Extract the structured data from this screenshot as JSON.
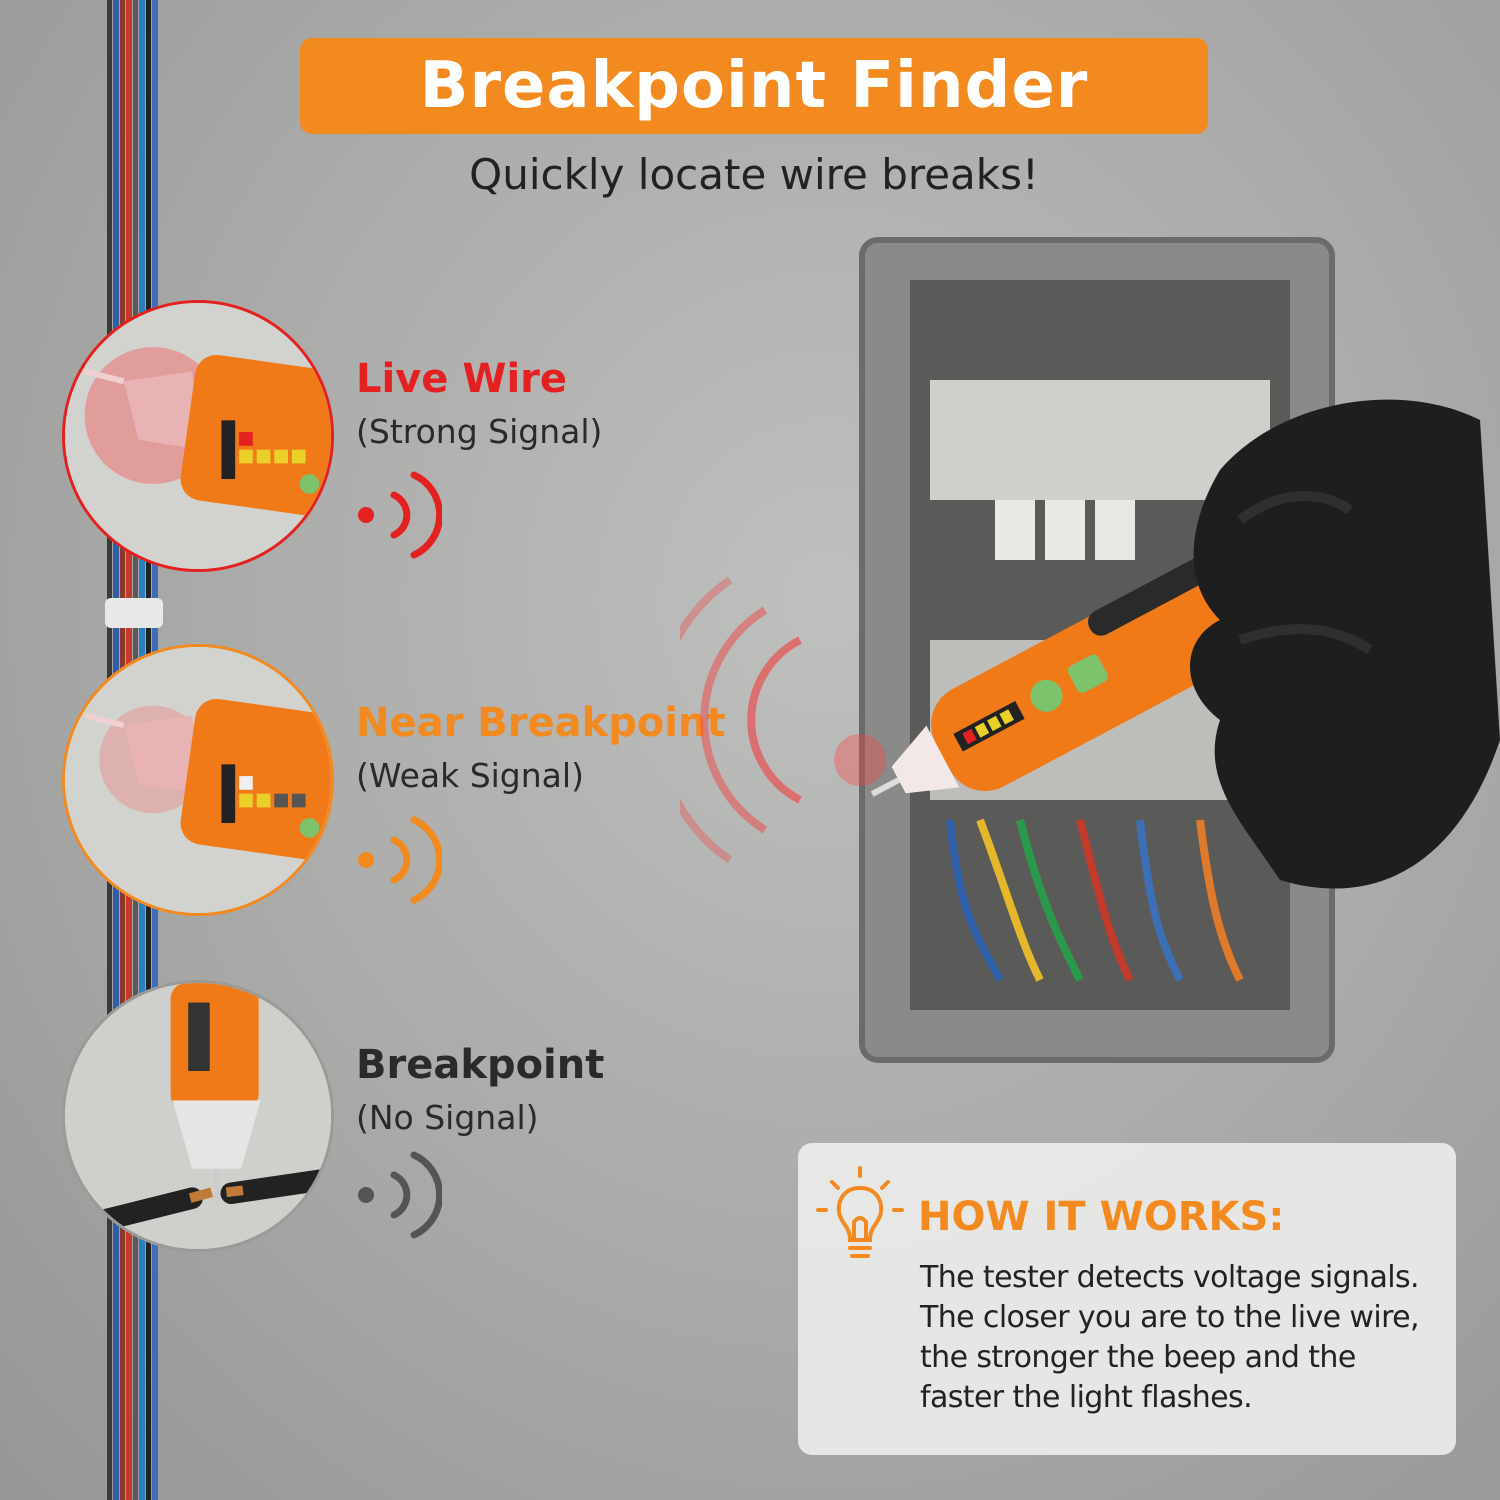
{
  "header": {
    "title": "Breakpoint Finder",
    "subtitle": "Quickly locate wire breaks!"
  },
  "states": [
    {
      "title": "Live Wire",
      "subtitle": "(Strong Signal)",
      "color": "#e32121",
      "signal_level": 1.0
    },
    {
      "title": "Near Breakpoint",
      "subtitle": "(Weak Signal)",
      "color": "#f28a1f",
      "signal_level": 0.5
    },
    {
      "title": "Breakpoint",
      "subtitle": "(No Signal)",
      "color": "#555555",
      "signal_level": 0.0
    }
  ],
  "how_it_works": {
    "title": "HOW IT WORKS:",
    "body": "The tester detects voltage signals. The closer you are to the live wire, the stronger the beep and the faster the light flashes."
  },
  "colors": {
    "accent": "#f28a1f",
    "live": "#e32121",
    "text": "#222222"
  },
  "icons": [
    "signal-strong-icon",
    "signal-weak-icon",
    "signal-none-icon",
    "lightbulb-icon"
  ]
}
